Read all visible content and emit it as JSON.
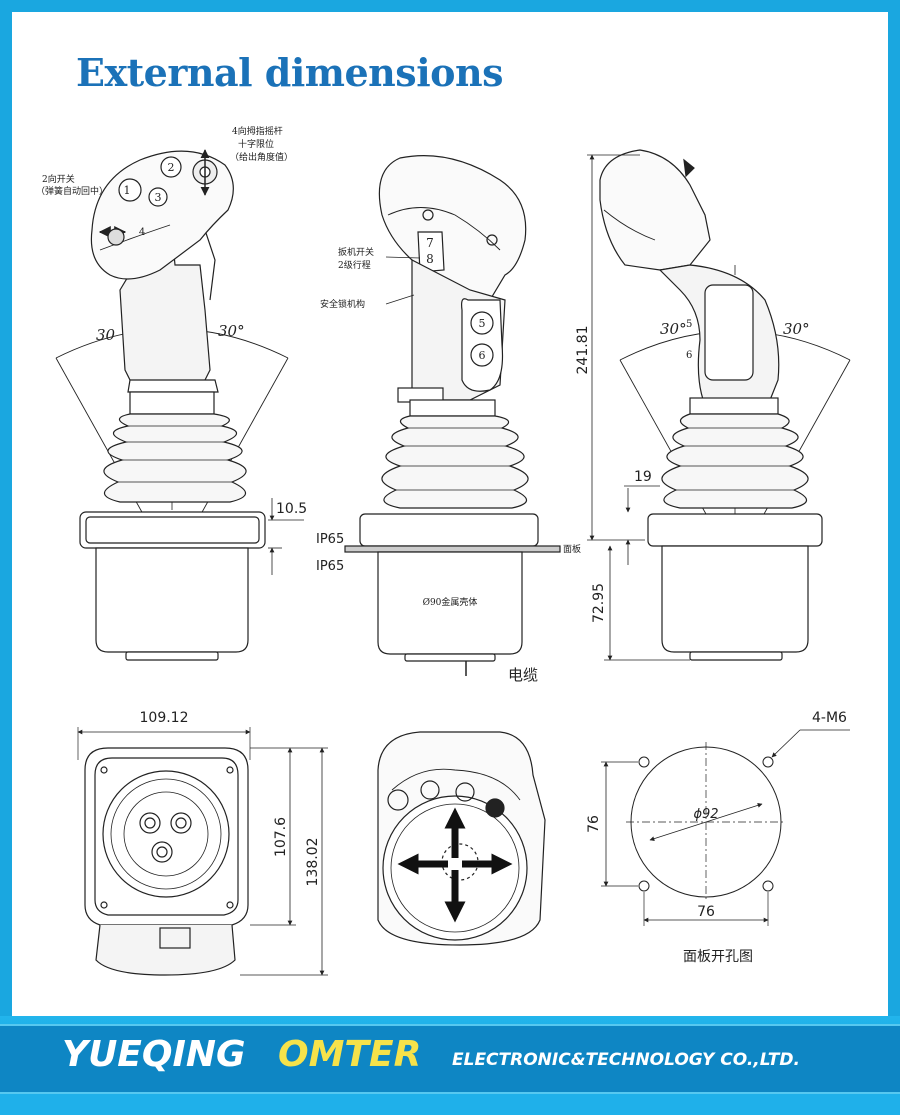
{
  "title": "External dimensions",
  "colors": {
    "frame": "#1aa7e0",
    "title": "#1b72b8",
    "banner": "#0e86c4",
    "brand_highlight": "#f6e24a"
  },
  "side_view": {
    "callouts": [
      "1",
      "2",
      "3",
      "4"
    ],
    "label_switch_2way": "2向开关",
    "label_switch_2way_note": "（弹簧自动回中）",
    "label_rocker_4way": "4向拇指摇杆",
    "label_cross_limit": "十字限位",
    "label_angle_out": "（给出角度值）",
    "angle_left": "30",
    "angle_right": "30°",
    "dim_10_5": "10.5"
  },
  "front_view": {
    "label_trigger": "扳机开关",
    "label_trigger_stage": "2级行程",
    "label_safety": "安全锁机构",
    "callouts": [
      "7",
      "8",
      "5",
      "6"
    ],
    "ip_top": "IP65",
    "ip_bottom": "IP65",
    "label_panel": "面板",
    "label_housing": "Ø90金属壳体",
    "label_cable": "电缆"
  },
  "right_view": {
    "dim_241_81": "241.81",
    "angle_left": "30°",
    "angle_right": "30°",
    "callout_5": "5",
    "callout_6": "6",
    "dim_19": "19",
    "dim_72_95": "72.95"
  },
  "bottom_view": {
    "dim_width": "109.12",
    "dim_107_6": "107.6",
    "dim_138_02": "138.02"
  },
  "cutout": {
    "screw": "4-M6",
    "diameter": "ϕ92",
    "dim_76_v": "76",
    "dim_76_h": "76",
    "caption": "面板开孔图"
  },
  "banner": {
    "brand_1": "YUEQING",
    "brand_2": "OMTER",
    "brand_3": "ELECTRONIC&TECHNOLOGY  CO.,LTD."
  }
}
